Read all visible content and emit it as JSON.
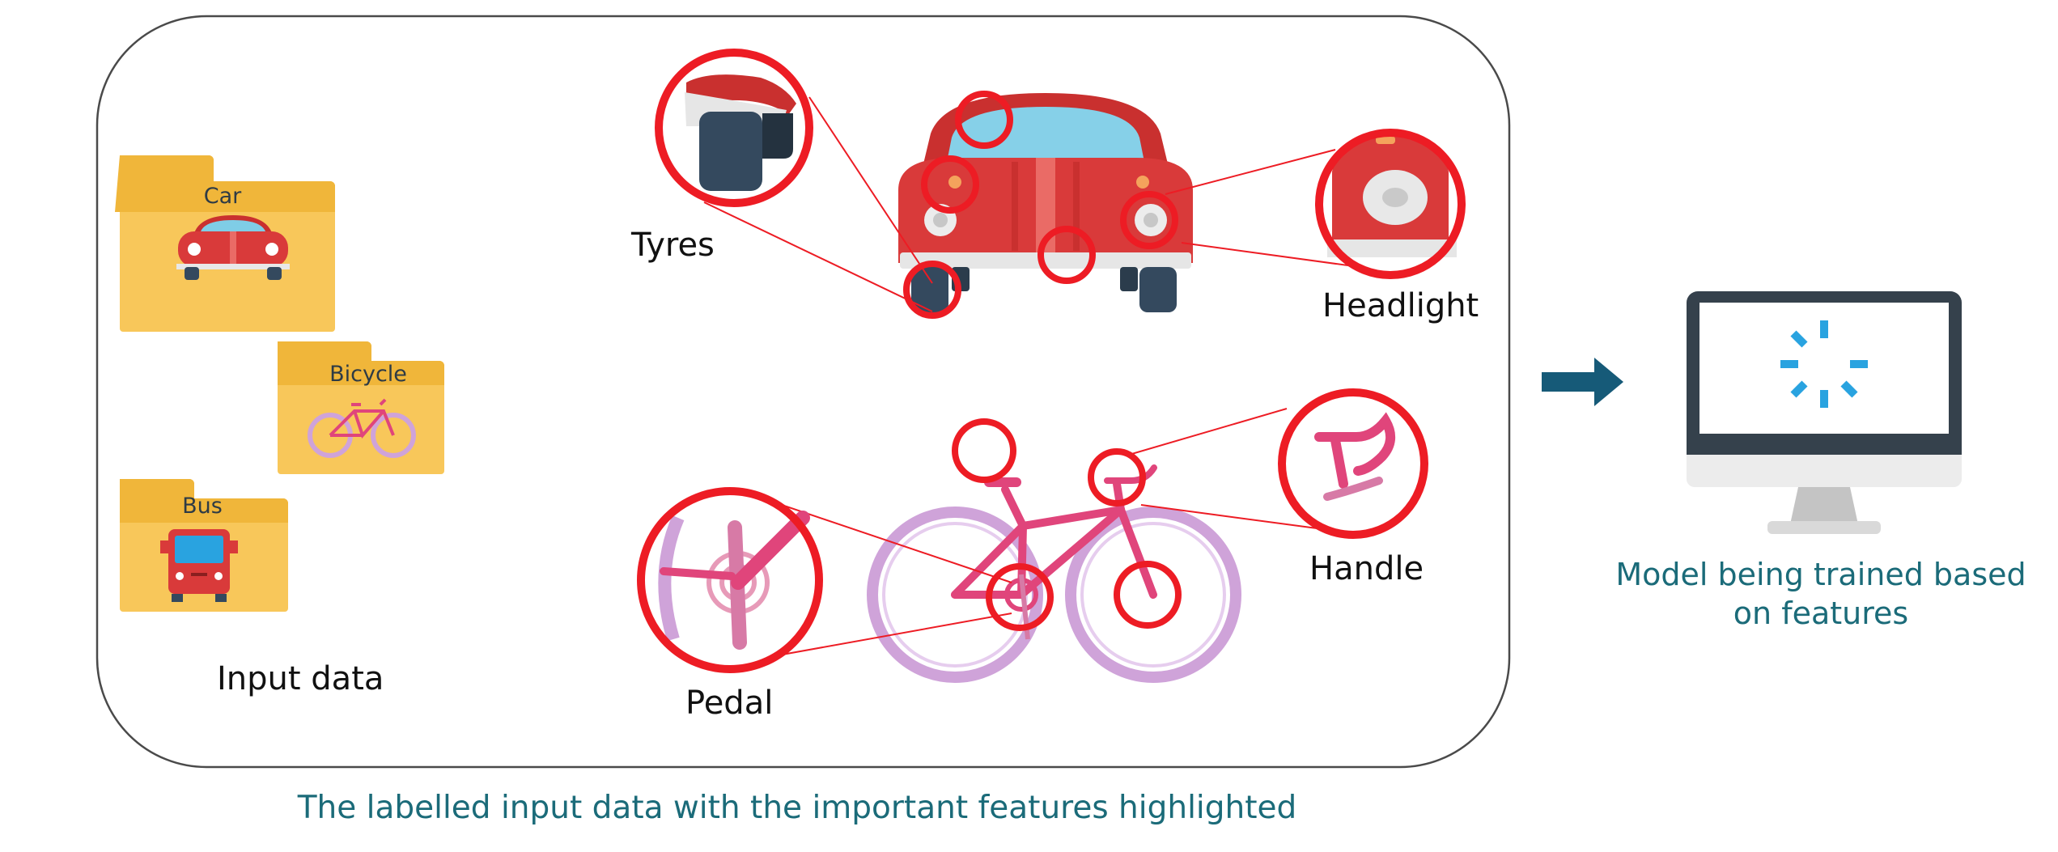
{
  "input_panel": {
    "folders": [
      {
        "label": "Car"
      },
      {
        "label": "Bicycle"
      },
      {
        "label": "Bus"
      }
    ],
    "caption": "Input data"
  },
  "features": {
    "car": {
      "tyres_label": "Tyres",
      "headlight_label": "Headlight"
    },
    "bicycle": {
      "pedal_label": "Pedal",
      "handle_label": "Handle"
    }
  },
  "model": {
    "caption_line1": "Model being trained based",
    "caption_line2": "on features"
  },
  "bottom_caption": "The labelled input data with the important features highlighted",
  "colors": {
    "highlight": "#ed1c24",
    "folder": "#f8c75a",
    "folder_tab": "#f0b63a",
    "car": "#d93a3a",
    "bicycle": "#e0457b",
    "wheel": "#cfa3d9",
    "arrow": "#165a78",
    "caption": "#1b6b79",
    "spinner": "#29a3e0"
  },
  "icons": [
    "car-icon",
    "bicycle-icon",
    "bus-icon",
    "monitor-icon",
    "spinner-icon",
    "arrow-right-icon"
  ]
}
